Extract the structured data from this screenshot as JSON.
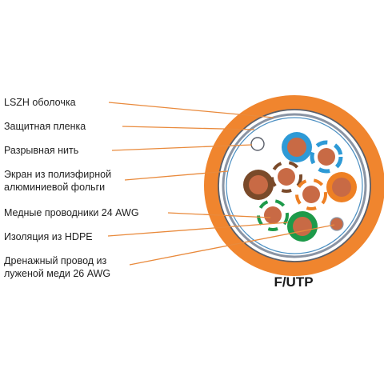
{
  "labels": {
    "jacket": "LSZH оболочка",
    "protective_film": "Защитная пленка",
    "rip_cord": "Разрывная нить",
    "foil_shield_line1": "Экран из полиэфирной",
    "foil_shield_line2": "алюминиевой фольги",
    "copper_conductors": "Медные проводники 24 AWG",
    "hdpe_insulation": "Изоляция из HDPE",
    "drain_wire_line1": "Дренажный провод из",
    "drain_wire_line2": "луженой меди 26 AWG"
  },
  "cable_type": "F/UTP",
  "colors": {
    "jacket": "#f0852e",
    "leader_lines": "#e98a3c",
    "copper": "#c86a45",
    "pair_blue": "#2e9ad6",
    "pair_orange": "#ee8024",
    "pair_green": "#1d9a4a",
    "pair_brown": "#7a4a2a",
    "shield": "#7f8a9a"
  }
}
